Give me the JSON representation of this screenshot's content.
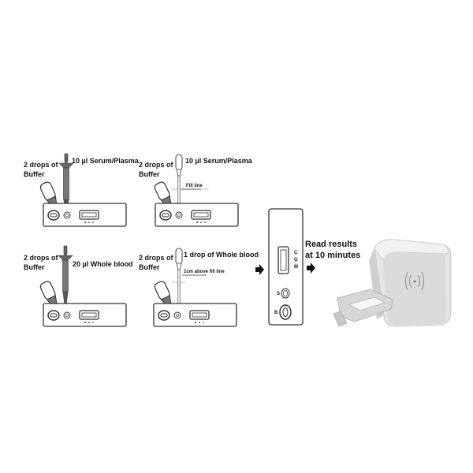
{
  "panels": [
    {
      "buffer_line1": "2 drops of",
      "buffer_line2": "Buffer",
      "sample": "10 µl Serum/Plasma",
      "bottle": "Buffer"
    },
    {
      "buffer_line1": "2 drops of",
      "buffer_line2": "Buffer",
      "sample": "10 µl Serum/Plasma",
      "note": "Fill line",
      "bottle": "Buffer"
    },
    {
      "buffer_line1": "2 drops of",
      "buffer_line2": "Buffer",
      "sample": "20 µl Whole blood",
      "bottle": "Buffer"
    },
    {
      "buffer_line1": "2 drops of",
      "buffer_line2": "Buffer",
      "sample": "1 drop of Whole blood",
      "note": "1cm above fill line",
      "bottle": "Buffer"
    }
  ],
  "cassette": {
    "lines": [
      "C",
      "G",
      "M"
    ],
    "well_s": "S",
    "well_b": "B"
  },
  "result": {
    "line1": "Read results",
    "line2": "at 10 minutes"
  }
}
